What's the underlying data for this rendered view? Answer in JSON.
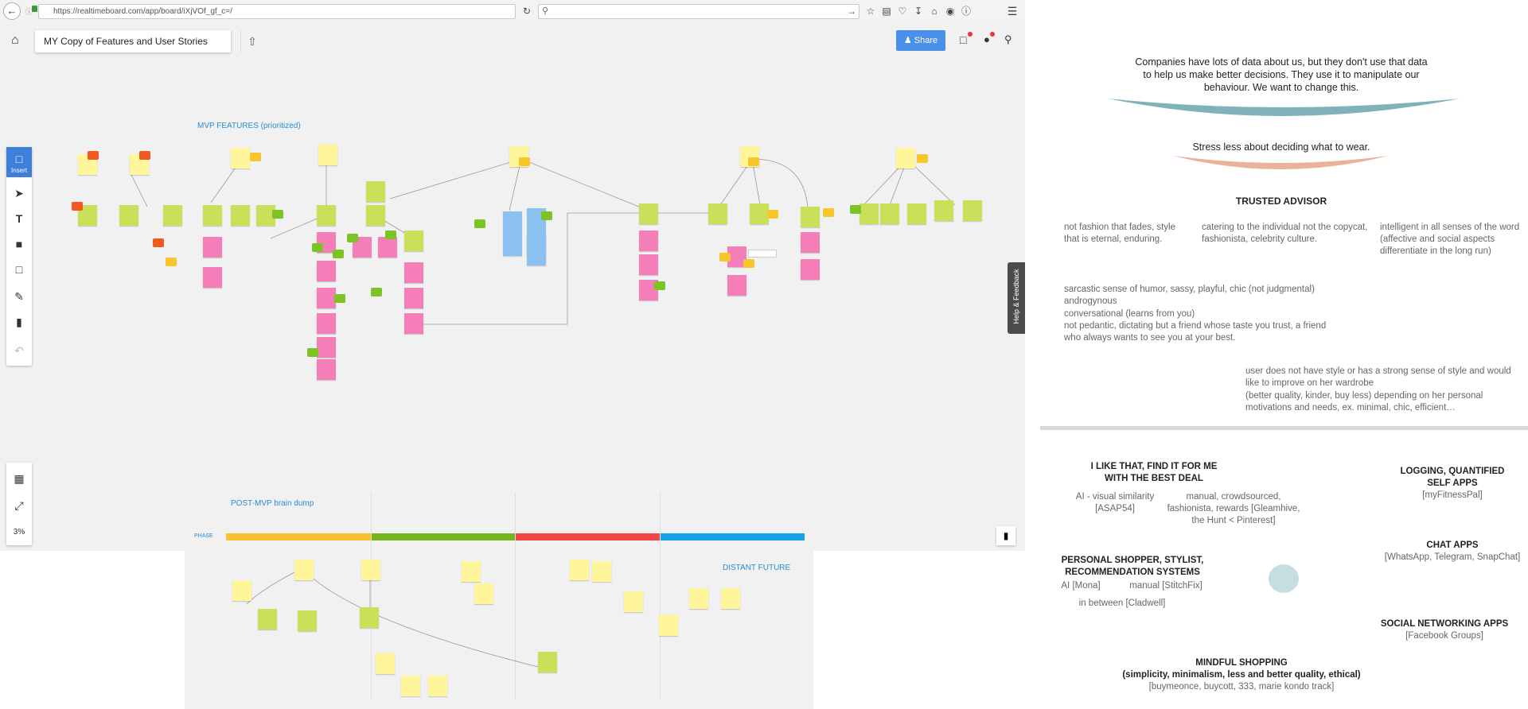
{
  "browser": {
    "url": "https://realtimeboard.com/app/board/iXjVOf_gf_c=/",
    "search_placeholder": ""
  },
  "board": {
    "title": "MY Copy of Features and User Stories",
    "share_label": "Share",
    "insert_label": "Insert",
    "zoom": "3%",
    "help_tab": "Help & Feedback",
    "mvp_label": "MVP FEATURES (prioritized)",
    "post_mvp_label": "POST-MVP brain dump",
    "phase_label": "PHASE",
    "distant_future_label": "DISTANT FUTURE",
    "phase_colors": [
      "#f7c231",
      "#73b71d",
      "#f24747",
      "#17a3eb"
    ]
  },
  "mission": {
    "statement": "Companies have lots of data about us, but they don't use that data to help us make better decisions. They use it to manipulate our behaviour. We want to change this.",
    "tagline": "Stress less about deciding what to wear.",
    "wave1_color": "#7fb3b9",
    "wave2_color": "#e9b39a"
  },
  "advisor": {
    "title": "TRUSTED ADVISOR",
    "col1": "not fashion that fades, style that is eternal, enduring.",
    "col2": "catering to the individual not the copycat, fashionista, celebrity culture.",
    "col3": "intelligent in all senses of the word (affective and social aspects differentiate in the long run)",
    "personality": [
      "sarcastic sense of humor, sassy, playful, chic (not judgmental)",
      "androgynous",
      "conversational (learns from you)",
      "not pedantic, dictating but a friend whose taste you trust, a friend who always wants to see you at your best."
    ],
    "user": [
      "user does not have style or has a strong sense of style and would like to improve on her wardrobe",
      "(better quality, kinder, buy less) depending on her personal motivations and needs, ex. minimal, chic, efficient…"
    ]
  },
  "landscape": {
    "find_title_1": "I LIKE THAT, FIND IT FOR ME",
    "find_title_2": "WITH THE BEST DEAL",
    "find_ai_1": "AI - visual similarity",
    "find_ai_2": "[ASAP54]",
    "find_manual_1": "manual, crowdsourced,",
    "find_manual_2": "fashionista, rewards [Gleamhive,",
    "find_manual_3": "the Hunt < Pinterest]",
    "logging_title_1": "LOGGING, QUANTIFIED",
    "logging_title_2": "SELF APPS",
    "logging_sub": "[myFitnessPal]",
    "chat_title": "CHAT APPS",
    "chat_sub": "[WhatsApp, Telegram, SnapChat]",
    "shopper_title_1": "PERSONAL SHOPPER, STYLIST,",
    "shopper_title_2": "RECOMMENDATION SYSTEMS",
    "shopper_ai": "AI [Mona]",
    "shopper_manual": "manual [StitchFix]",
    "shopper_between": "in between [Cladwell]",
    "social_title": "SOCIAL NETWORKING APPS",
    "social_sub": "[Facebook Groups]",
    "mindful_title_1": "MINDFUL SHOPPING",
    "mindful_title_2": "(simplicity, minimalism, less and better quality, ethical)",
    "mindful_sub": "[buymeonce, buycott, 333, marie kondo track]",
    "center_dot_color": "#c6dde2"
  },
  "icons": [
    "back-icon",
    "info-icon",
    "lock-icon",
    "reload-icon",
    "search-icon",
    "forward-icon",
    "bookmark-icon",
    "clipboard-icon",
    "pocket-icon",
    "download-icon",
    "home-icon",
    "chat-icon",
    "menu-icon",
    "export-icon",
    "share-user-icon",
    "notifications-icon",
    "activity-icon",
    "board-search-icon",
    "insert-doc-icon",
    "cursor-icon",
    "text-icon",
    "sticky-icon",
    "shape-icon",
    "pen-icon",
    "comment-icon",
    "undo-icon",
    "templates-icon",
    "fit-screen-icon"
  ]
}
